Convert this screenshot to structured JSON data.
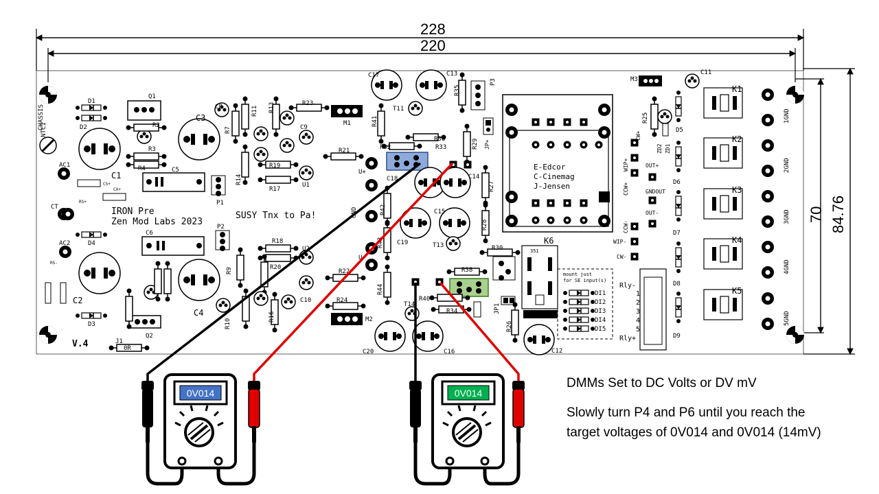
{
  "dimensions": {
    "outer_width": "228",
    "inner_width": "220",
    "inner_height": "70",
    "outer_height": "84.76"
  },
  "board": {
    "title_line1": "IRON Pre",
    "title_line2": "Zen Mod Labs 2023",
    "dedication": "SUSY Tnx to Pa!",
    "version": "V.4",
    "chassis_label": "CHASSIS",
    "transformer_line1": "E-Edcor",
    "transformer_line2": "C-Cinemag",
    "transformer_line3": "J-Jensen",
    "se_note_line1": "mount just",
    "se_note_line2": "for SE input(s)",
    "labels": {
      "d1": "D1",
      "d2": "D2",
      "q1": "Q1",
      "r2": "R2",
      "c3": "C3",
      "c8": "C8",
      "r11": "R11",
      "r13": "R13",
      "r23": "R23",
      "m1": "M1",
      "c17": "C17",
      "c13": "C13",
      "r35": "R35",
      "p3": "P3",
      "t11": "T11",
      "r41": "R41",
      "r36": "R36",
      "r32": "R32",
      "r33": "R33",
      "r21": "R21",
      "r29": "R29",
      "jp": "JP+",
      "c18": "C18",
      "c14": "C14",
      "r27": "R27",
      "r42": "R42",
      "c15": "C15",
      "r28": "R28",
      "c19": "C19",
      "t13": "T13",
      "r43": "R43",
      "r30": "R30",
      "k6": "K6",
      "r38": "R38",
      "r44": "R44",
      "c20": "C20",
      "c16": "C16",
      "r40": "R40",
      "r34": "R34",
      "r26": "R26",
      "c12": "C12",
      "t14": "T14",
      "jp1": "JP1",
      "m2": "M2",
      "r22": "R22",
      "r24": "R24",
      "c10": "C10",
      "u2": "U2",
      "r18": "R18",
      "r20": "R20",
      "c4": "C4",
      "c2": "C2",
      "q2": "Q2",
      "j1": "J1",
      "zr": "0R",
      "c1": "C1",
      "ntc": "NTC1",
      "ac1": "AC1",
      "ac2": "AC2",
      "ct": "CT",
      "c5": "C5",
      "c6": "C6",
      "p1": "P1",
      "p2": "P2",
      "d3": "D3",
      "d4": "D4",
      "u1": "U1",
      "r17": "R17",
      "r19": "R19",
      "r14": "R14",
      "c9": "C9",
      "c7": "C7",
      "r7": "R7",
      "r9": "R9",
      "r16": "R16",
      "r10": "R10",
      "c11": "C11",
      "m3": "M3",
      "r25": "R25",
      "d5": "D5",
      "d6": "D6",
      "d7": "D7",
      "d8": "D8",
      "d9": "D9",
      "k1": "K1",
      "k2": "K2",
      "k3": "K3",
      "k4": "K4",
      "k5": "K5",
      "g1": "1GND",
      "g2": "2GND",
      "g3": "3GND",
      "g4": "4GND",
      "g5": "5GND",
      "outp": "OUT+",
      "outm": "OUT-",
      "gndout": "GNDOUT",
      "cwp": "CW+",
      "cwm": "CW-",
      "wipp": "WIP+",
      "wipm": "WIP-",
      "ccwp": "CCW+",
      "ccwm": "CCW-",
      "rly": "Rly-",
      "rlyp": "Rly+",
      "up": "U+",
      "um": "U-",
      "gnd": "GND",
      "di1": "DI1",
      "di2": "DI2",
      "di3": "DI3",
      "di4": "DI4",
      "di5": "DI5",
      "n351": "351",
      "n1": "1",
      "n2": "2",
      "n3": "3",
      "n4": "4",
      "n5": "5"
    }
  },
  "meters": {
    "left_reading": "0V014",
    "right_reading": "0V014",
    "left_display_color": "#4472c4",
    "right_display_color": "#00b050",
    "probe_black": "#000000",
    "probe_red": "#e00000"
  },
  "notes": {
    "line1": "DMMs Set to DC Volts or DV mV",
    "line2": "Slowly turn P4 and P6 until you reach the",
    "line3": "target voltages of 0V014 and 0V014 (14mV)"
  },
  "highlights": {
    "p4_color": "#8eaadb",
    "p6_color": "#a9d18e"
  }
}
